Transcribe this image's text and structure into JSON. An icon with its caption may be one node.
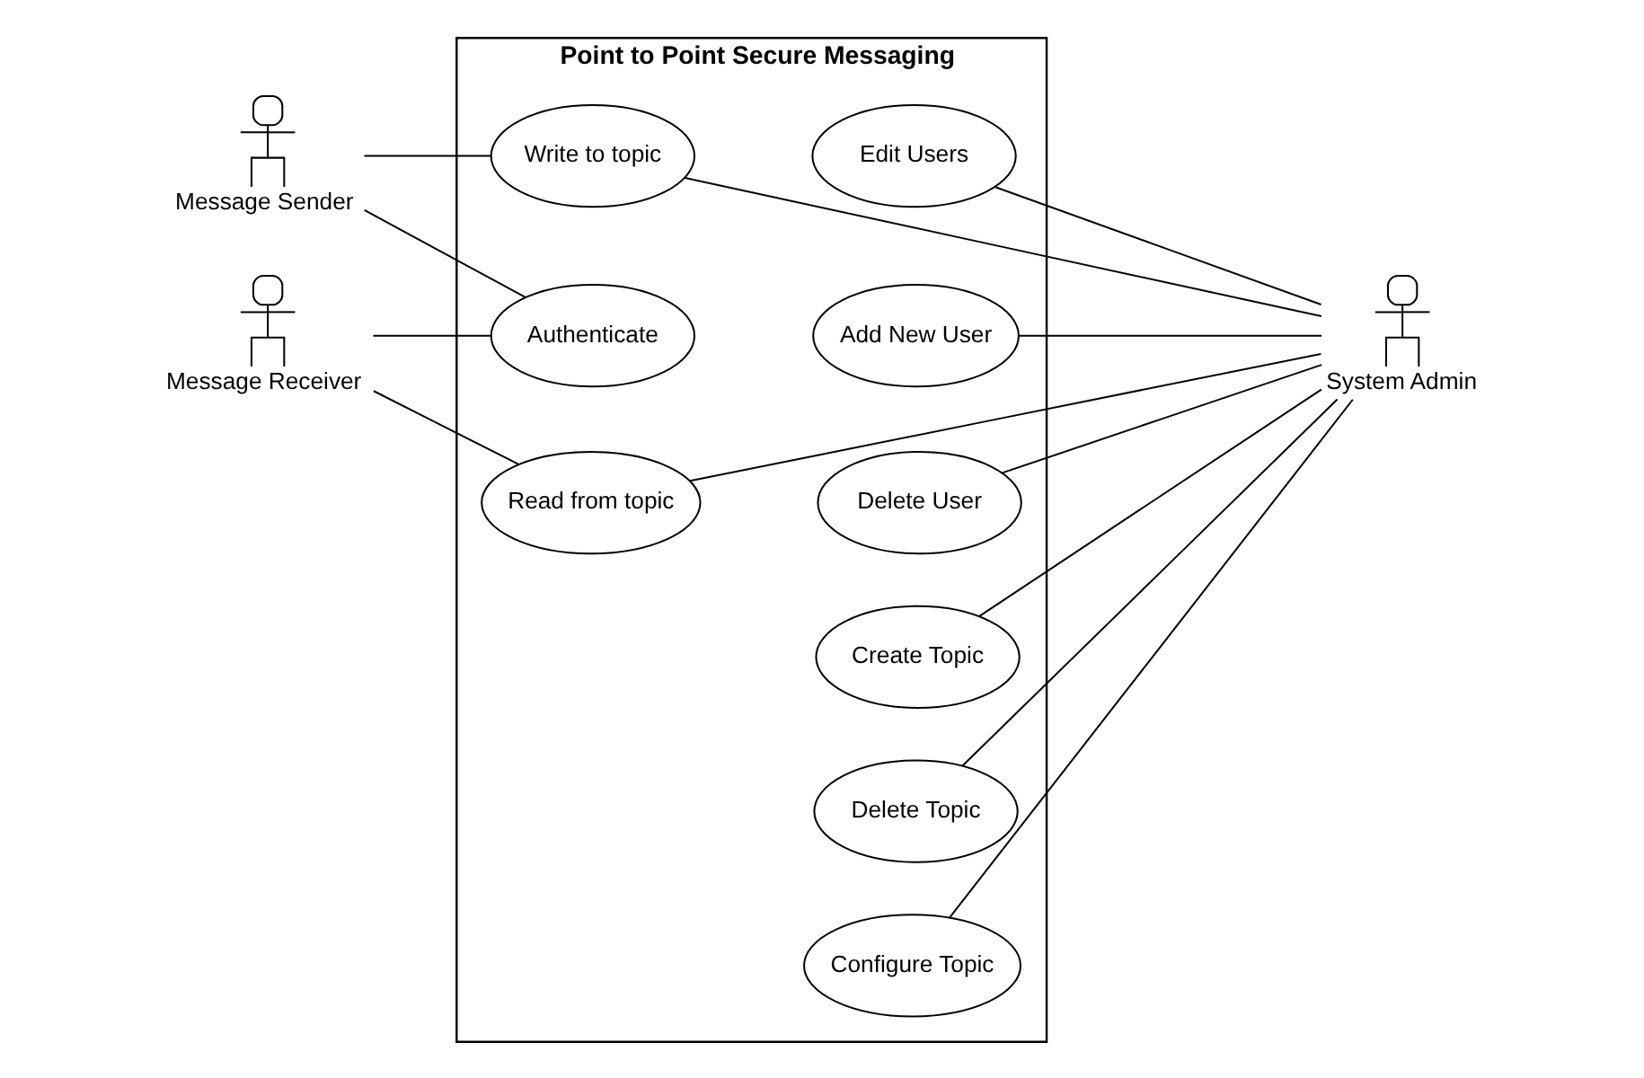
{
  "diagram": {
    "nodes": [
      {
        "text": [],
        "shape": "person",
        "beside": [
          "Message Sender"
        ]
      },
      {
        "text": [],
        "shape": "person",
        "beside": [
          "Message Receiver"
        ]
      },
      {
        "text": [
          "Point to Point Secure Messaging"
        ]
      },
      {
        "text": [
          "Write to topic"
        ],
        "in": 2
      },
      {
        "text": [
          "Authenticate"
        ],
        "in": 2
      },
      {
        "text": [
          "Read from topic"
        ],
        "in": 2
      },
      {
        "text": [
          "Edit Users"
        ],
        "in": 2
      },
      {
        "text": [
          "Add New User"
        ],
        "in": 2
      },
      {
        "text": [
          "Delete User"
        ],
        "in": 2
      },
      {
        "text": [
          "Create Topic"
        ],
        "in": 2
      },
      {
        "text": [
          "Delete Topic"
        ],
        "in": 2
      },
      {
        "text": [
          "Configure Topic"
        ],
        "in": 2
      },
      {
        "text": [],
        "shape": "person",
        "beside": [
          "System Admin"
        ]
      }
    ],
    "edges": [
      {
        "from": 0,
        "to": 3,
        "arrow": "none"
      },
      {
        "from": 0,
        "to": 4,
        "arrow": "none"
      },
      {
        "from": 1,
        "to": 4,
        "arrow": "none"
      },
      {
        "from": 1,
        "to": 5,
        "arrow": "none"
      },
      {
        "from": 3,
        "to": 12,
        "arrow": "none"
      },
      {
        "from": 6,
        "to": 12,
        "arrow": "none"
      },
      {
        "from": 7,
        "to": 12,
        "arrow": "none"
      },
      {
        "from": 5,
        "to": 12,
        "arrow": "none"
      },
      {
        "from": 8,
        "to": 12,
        "arrow": "none"
      },
      {
        "from": 9,
        "to": 12,
        "arrow": "none"
      },
      {
        "from": 10,
        "to": 12,
        "arrow": "none"
      },
      {
        "from": 11,
        "to": 12,
        "arrow": "none"
      }
    ]
  }
}
